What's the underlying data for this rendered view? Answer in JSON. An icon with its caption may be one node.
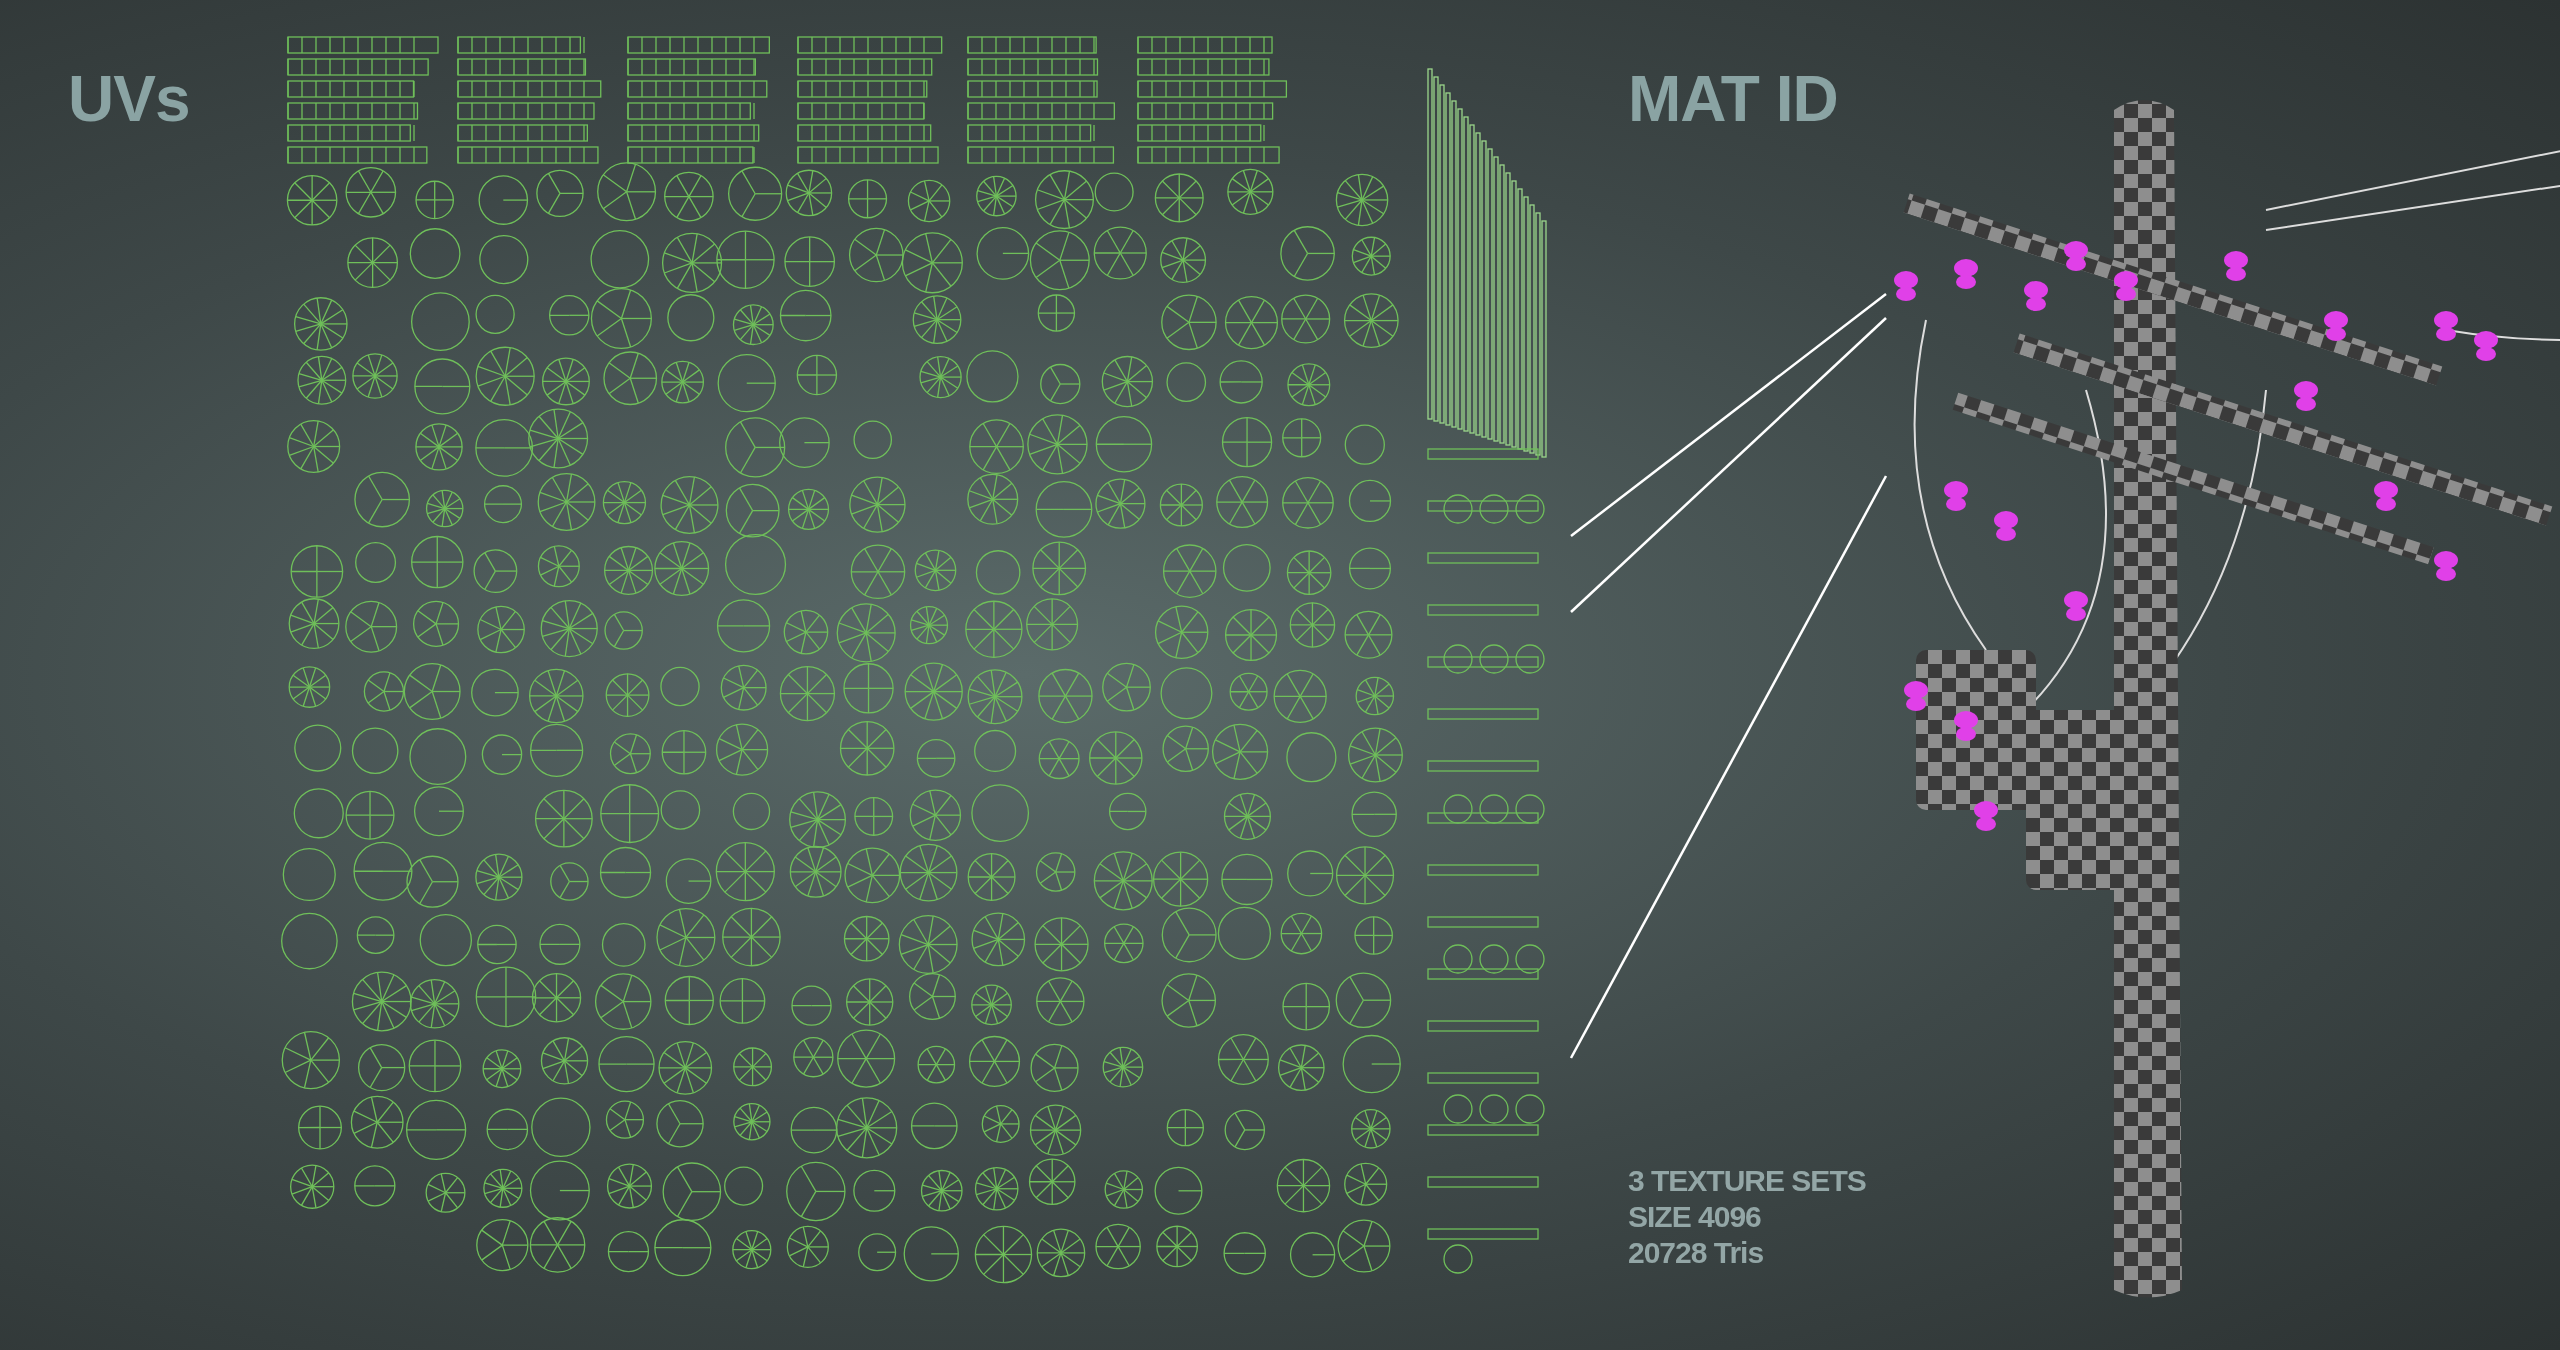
{
  "diagram": {
    "nodes": [
      {
        "text": [],
        "shape": "picture"
      },
      {
        "text": [],
        "shape": "picture"
      }
    ],
    "edges": [
      {
        "from": 0,
        "to": 1,
        "arrow": "none"
      },
      {
        "from": 0,
        "to": 1,
        "arrow": "none"
      },
      {
        "from": 0,
        "to": 1,
        "arrow": "none"
      }
    ],
    "labels": [
      "UVs",
      "MAT ID",
      "3 TEXTURE SETS",
      "SIZE 4096",
      "20728 Tris"
    ]
  }
}
